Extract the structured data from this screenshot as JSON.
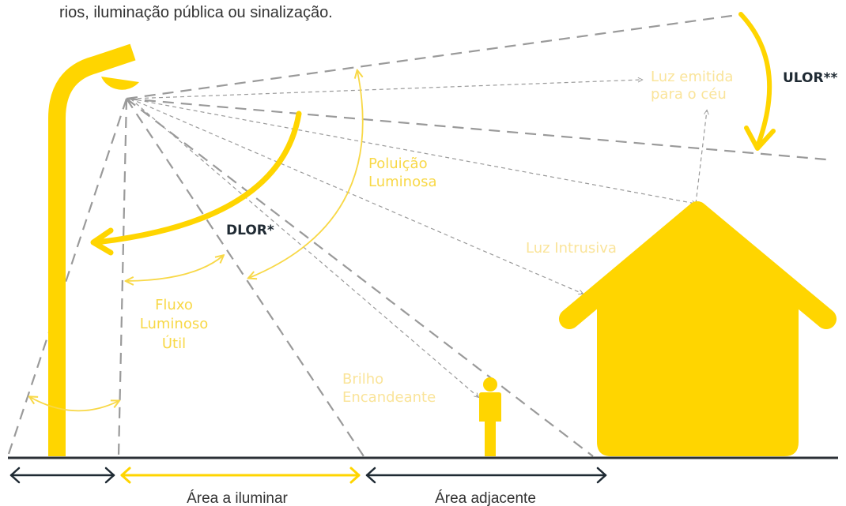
{
  "intro_text": "rios, iluminação pública ou sinalização.",
  "labels": {
    "ulor": "ULOR**",
    "dlor": "DLOR*",
    "sky_light_1": "Luz emitida",
    "sky_light_2": "para o céu",
    "light_pollution_1": "Poluição",
    "light_pollution_2": "Luminosa",
    "intrusive_light": "Luz Intrusiva",
    "useful_flux_1": "Fluxo",
    "useful_flux_2": "Luminoso",
    "useful_flux_3": "Útil",
    "glare_1": "Brilho",
    "glare_2": "Encandeante"
  },
  "areas": {
    "illuminate": "Área a iluminar",
    "adjacent": "Área adjacente"
  },
  "colors": {
    "yellow": "#FFD500",
    "yellow_text": "#F8D847",
    "pale_yellow_text": "#FAE49A",
    "dark": "#1F2A33",
    "dash": "#9A9A9A"
  }
}
